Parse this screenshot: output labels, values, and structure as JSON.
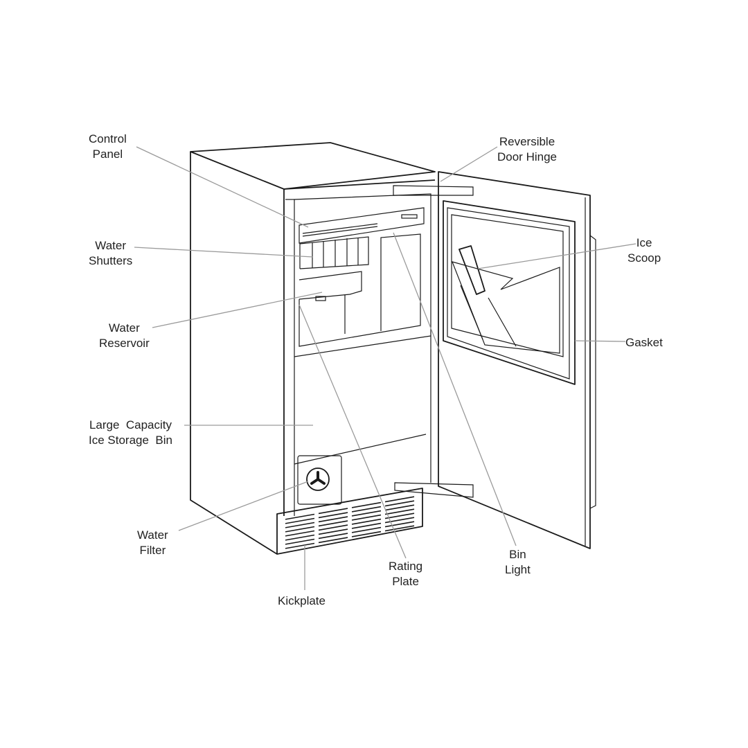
{
  "labels": {
    "control_panel": [
      "Control",
      "Panel"
    ],
    "reversible_door_hinge": [
      "Reversible",
      "Door Hinge"
    ],
    "water_shutters": [
      "Water",
      "Shutters"
    ],
    "ice_scoop": [
      "Ice",
      "Scoop"
    ],
    "water_reservoir": [
      "Water",
      "Reservoir"
    ],
    "gasket": [
      "Gasket"
    ],
    "ice_storage_bin": [
      "Large  Capacity",
      "Ice Storage  Bin"
    ],
    "water_filter": [
      "Water",
      "Filter"
    ],
    "kickplate": [
      "Kickplate"
    ],
    "rating_plate": [
      "Rating",
      "Plate"
    ],
    "bin_light": [
      "Bin",
      "Light"
    ]
  }
}
